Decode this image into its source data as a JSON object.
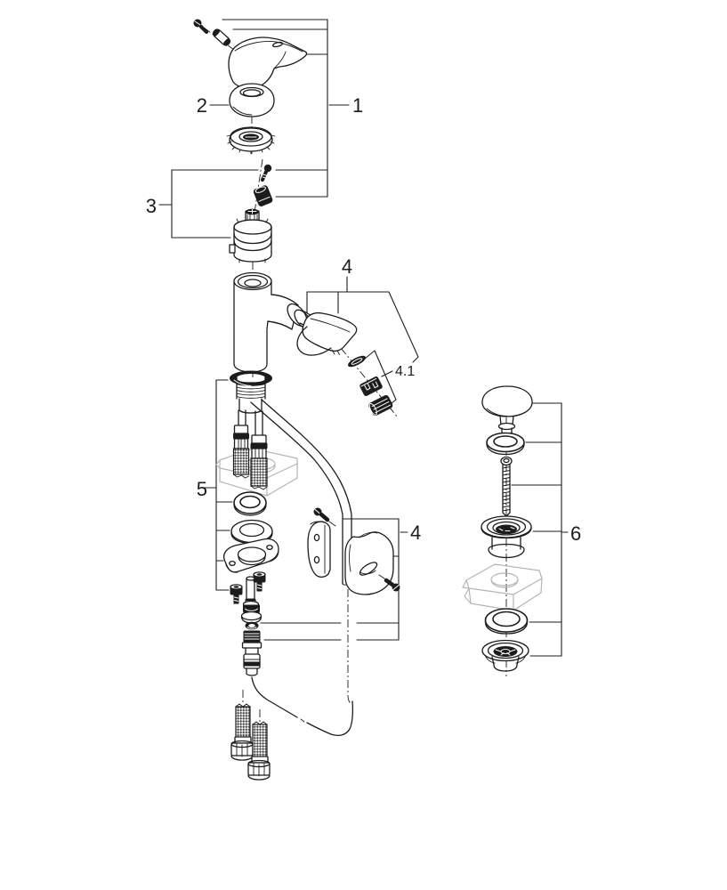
{
  "diagram": {
    "kind": "exploded-parts-diagram",
    "colors": {
      "line": "#1c1c1c",
      "phantom": "#b5b5b5",
      "background": "#ffffff"
    },
    "callouts": {
      "n1": "1",
      "n2": "2",
      "n3": "3",
      "n4top": "4",
      "n41": "4.1",
      "n5": "5",
      "n4bot": "4",
      "n6": "6"
    }
  }
}
